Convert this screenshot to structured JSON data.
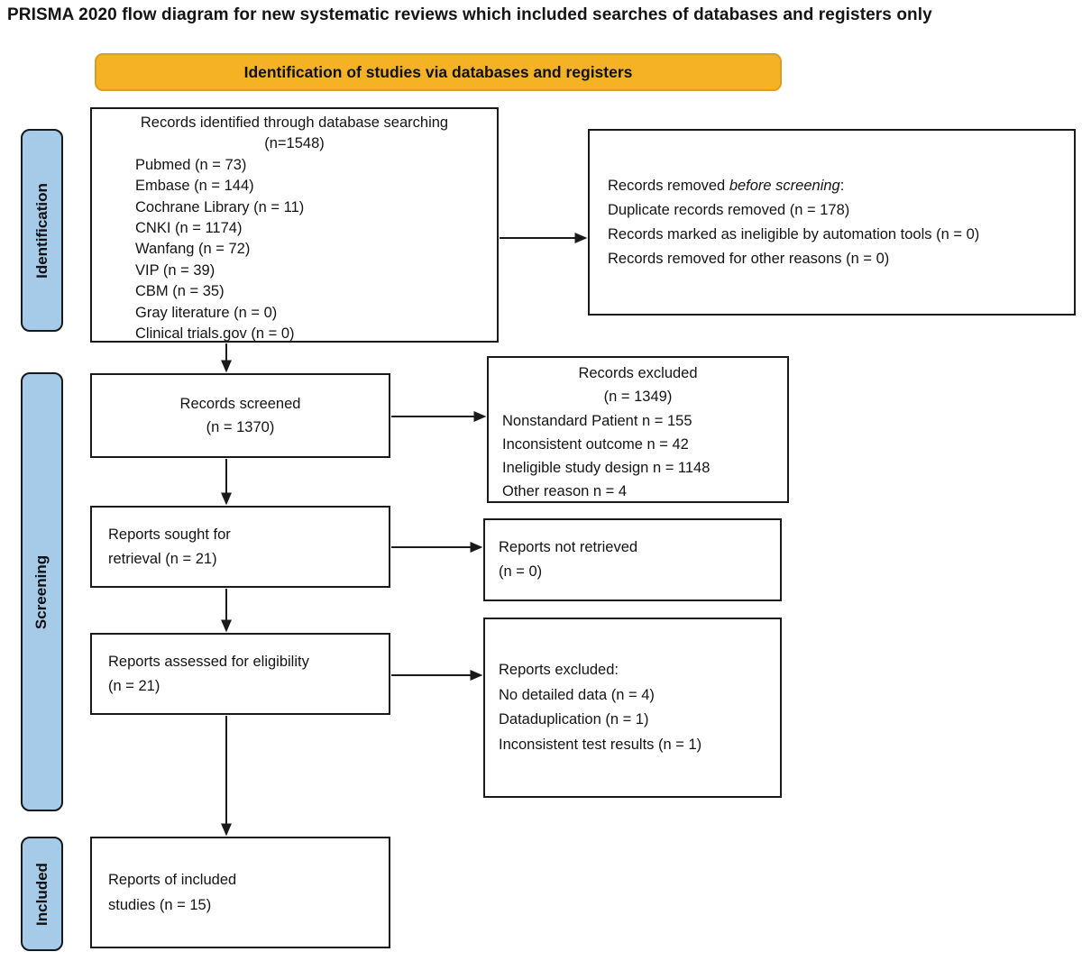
{
  "title": "PRISMA 2020 flow diagram for new systematic reviews which included searches of databases and registers only",
  "banner": {
    "label": "Identification of studies via databases and registers"
  },
  "sidebar": {
    "identification": "Identification",
    "screening": "Screening",
    "included": "Included"
  },
  "boxes": {
    "identified": {
      "title": "Records identified through database searching",
      "subtitle": "(n=1548)",
      "items": [
        "Pubmed (n = 73)",
        "Embase (n = 144)",
        "Cochrane Library (n = 11)",
        "CNKI (n = 1174)",
        "Wanfang (n = 72)",
        "VIP (n = 39)",
        "CBM (n = 35)",
        "Gray literature (n = 0)",
        "Clinical trials.gov (n = 0)"
      ]
    },
    "removed": {
      "line1_prefix": "Records removed ",
      "line1_italic": "before screening",
      "line1_suffix": ":",
      "items": [
        "Duplicate records removed (n = 178)",
        "Records marked as ineligible by automation tools (n = 0)",
        "Records removed for other reasons (n = 0)"
      ]
    },
    "screened": {
      "line1": "Records screened",
      "line2": "(n = 1370)"
    },
    "records_excluded": {
      "title": "Records excluded",
      "subtitle": "(n = 1349)",
      "items": [
        "Nonstandard Patient n = 155",
        "Inconsistent outcome n = 42",
        "Ineligible study design n = 1148",
        "Other reason n = 4"
      ]
    },
    "sought": {
      "line1": "Reports sought for",
      "line2": "retrieval (n = 21)"
    },
    "not_retrieved": {
      "line1": "Reports not retrieved",
      "line2": "(n = 0)"
    },
    "assessed": {
      "line1": "Reports assessed for eligibility",
      "line2": "(n = 21)"
    },
    "reports_excluded": {
      "title": "Reports excluded:",
      "items": [
        "No detailed data (n = 4)",
        "Dataduplication (n = 1)",
        "Inconsistent test results (n = 1)"
      ]
    },
    "included": {
      "line1": "Reports of included",
      "line2": "studies (n = 15)"
    }
  },
  "colors": {
    "banner_fill": "#F4B224",
    "banner_border": "#D89C28",
    "sidebar_fill": "#A6CBE9",
    "box_border": "#1a1a1a"
  }
}
